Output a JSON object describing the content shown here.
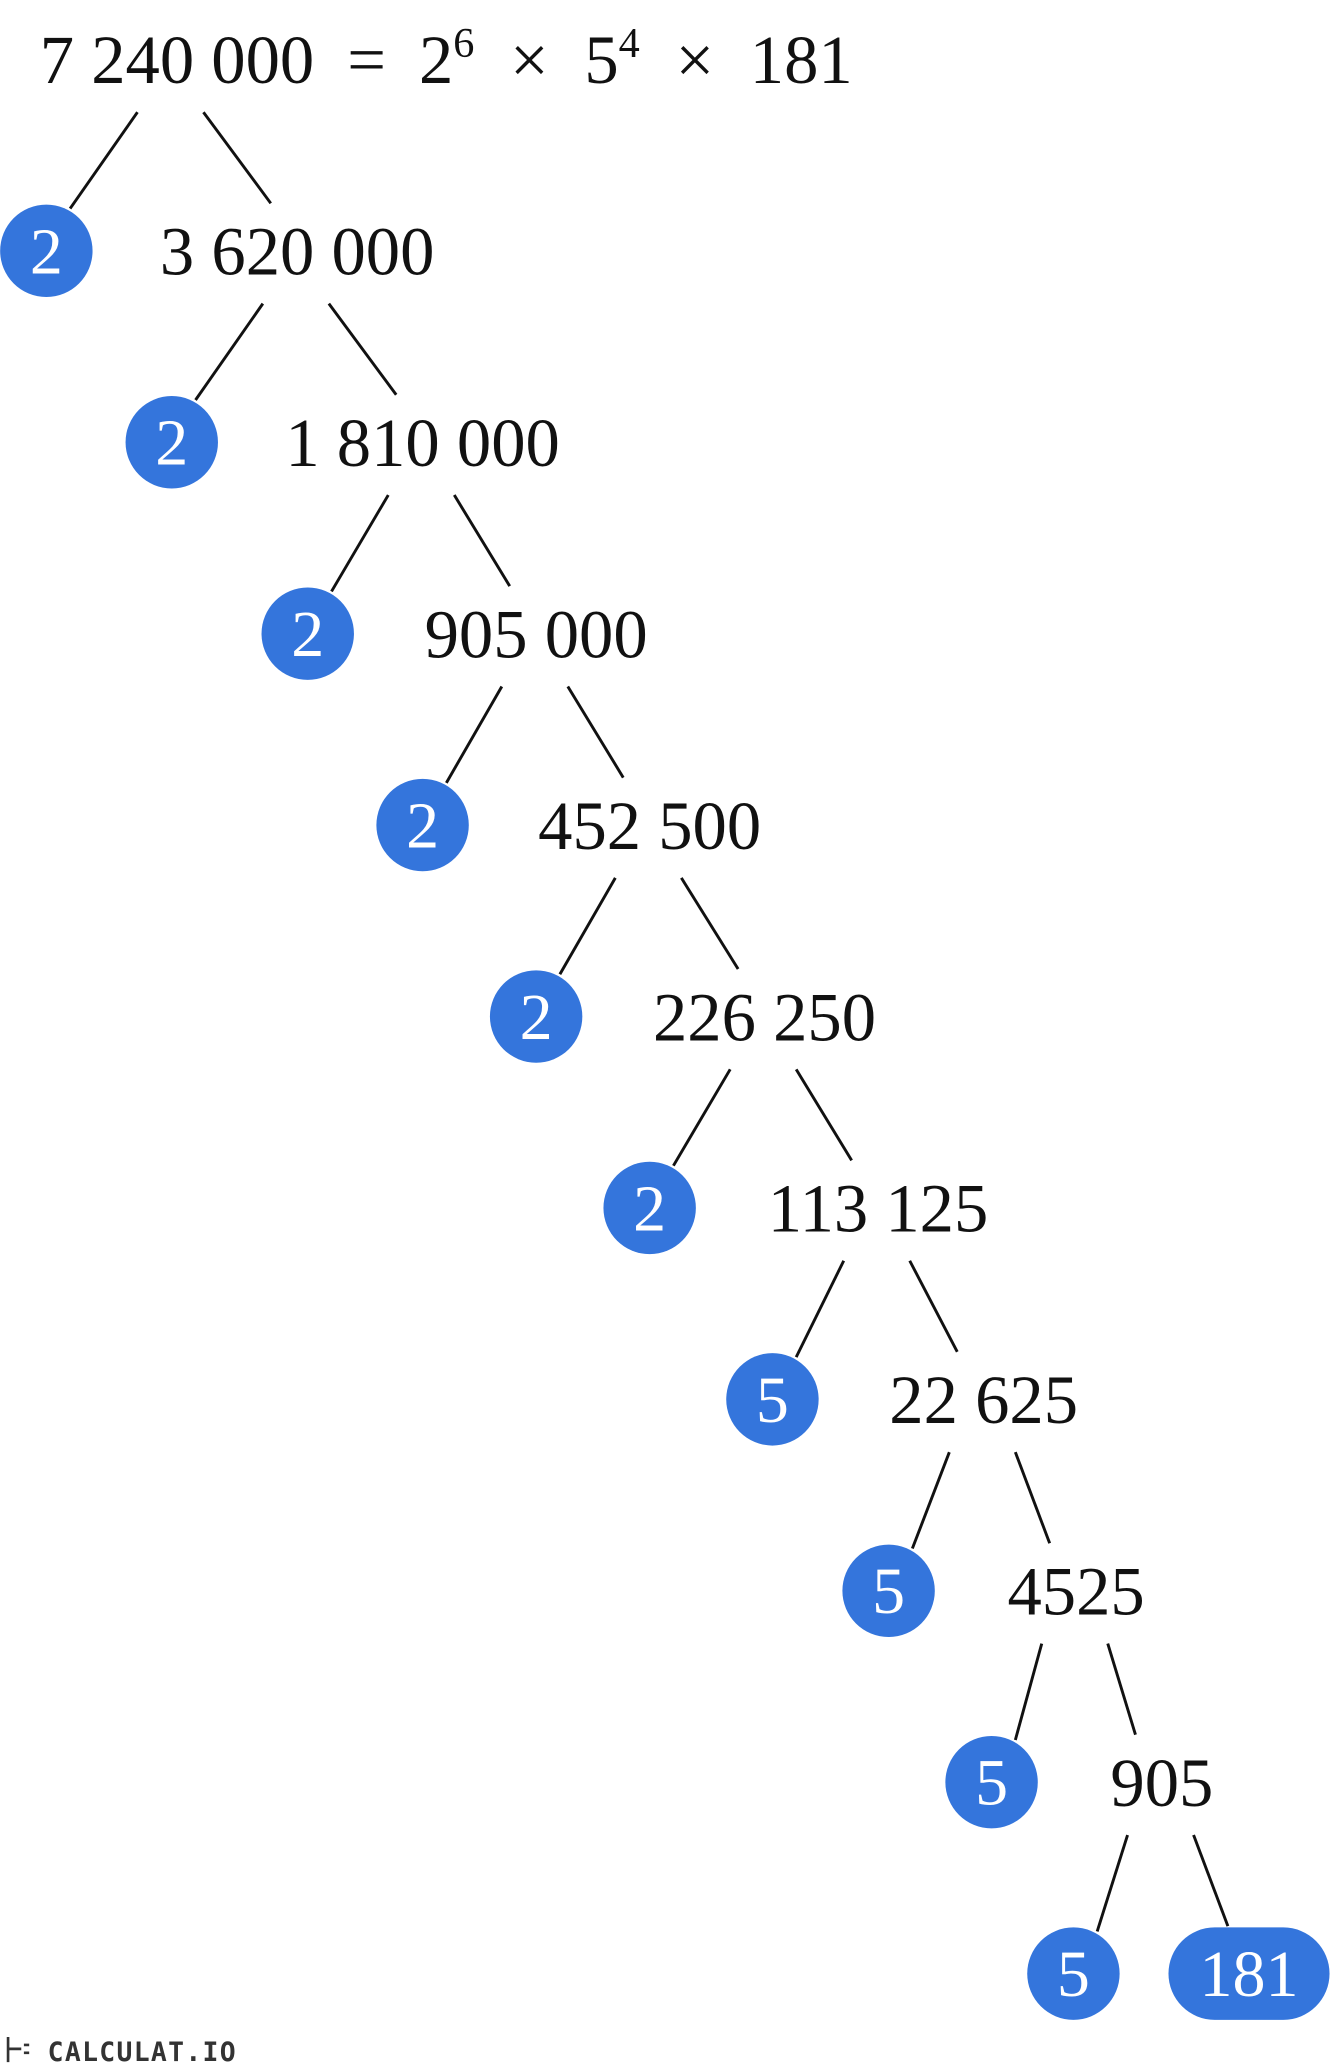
{
  "title": {
    "number": "7 240 000",
    "equals": "=",
    "factors": [
      {
        "base": "2",
        "exp": "6"
      },
      {
        "base": "5",
        "exp": "4"
      },
      {
        "base": "181",
        "exp": ""
      }
    ],
    "times": "×"
  },
  "tree": {
    "quotients": [
      "3 620 000",
      "1 810 000",
      "905 000",
      "452 500",
      "226 250",
      "113 125",
      "22 625",
      "4525",
      "905"
    ],
    "prime_factors": [
      "2",
      "2",
      "2",
      "2",
      "2",
      "2",
      "5",
      "5",
      "5",
      "5"
    ],
    "last_factor": "181"
  },
  "colors": {
    "factor_fill": "#3475dc",
    "line": "#111111"
  },
  "logo": {
    "text": "CALCULAT.IO"
  }
}
